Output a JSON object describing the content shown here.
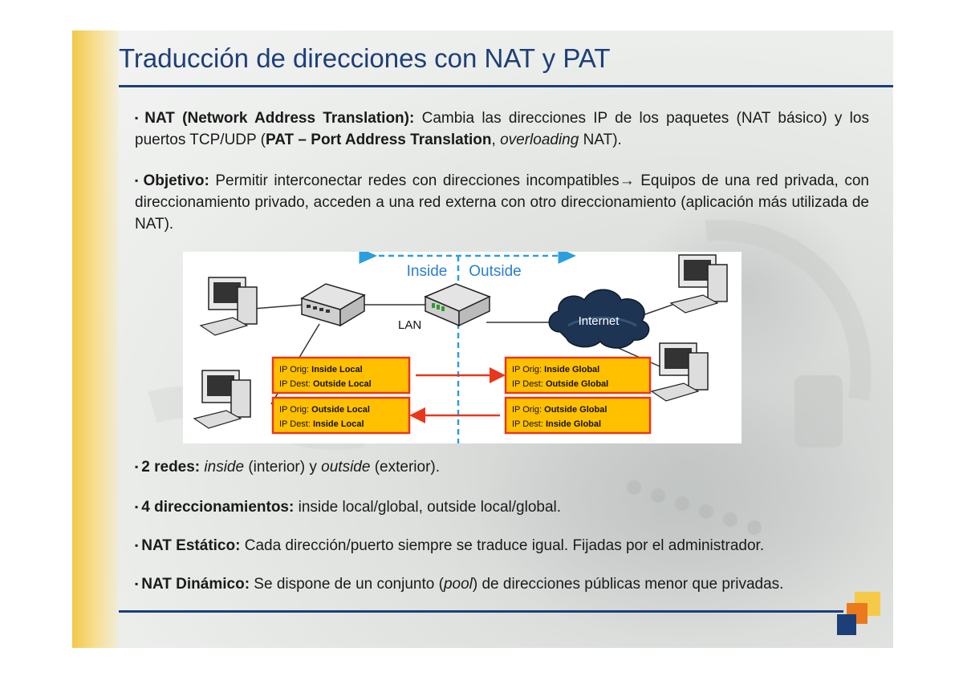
{
  "title": "Traducción de direcciones con NAT y PAT",
  "p1": {
    "a": "NAT (Network Address Translation):",
    "b": " Cambia las direcciones IP de los paquetes (NAT básico) y los puertos TCP/UDP (",
    "c": "PAT – Port Address Translation",
    "d": ", ",
    "e": "overloading",
    "f": " NAT)."
  },
  "p2": {
    "a": "Objetivo:",
    "b": " Permitir interconectar redes con direcciones incompatibles",
    "arrow": "→",
    "c": " Equipos de una red privada, con direccionamiento privado, acceden a una red externa con otro direccionamiento (aplicación más utilizada de NAT)."
  },
  "diagram": {
    "inside": "Inside",
    "outside": "Outside",
    "lan": "LAN",
    "internet": "Internet",
    "boxes": [
      {
        "l1": "IP Orig: ",
        "v1": "Inside Local",
        "l2": "IP Dest: ",
        "v2": "Outside Local"
      },
      {
        "l1": "IP Orig: ",
        "v1": "Outside Local",
        "l2": "IP Dest: ",
        "v2": "Inside Local"
      },
      {
        "l1": "IP Orig: ",
        "v1": "Inside Global",
        "l2": "IP Dest: ",
        "v2": "Outside Global"
      },
      {
        "l1": "IP Orig: ",
        "v1": "Outside Global",
        "l2": "IP Dest: ",
        "v2": "Inside Global"
      }
    ]
  },
  "b3": {
    "a": "2 redes:",
    "b": " ",
    "c": "inside",
    "d": " (interior) y ",
    "e": "outside",
    "f": " (exterior)."
  },
  "b4": {
    "a": "4 direccionamientos:",
    "b": " inside local/global, outside local/global."
  },
  "b5": {
    "a": "NAT Estático:",
    "b": " Cada dirección/puerto siempre se traduce igual. Fijadas por el administrador."
  },
  "b6": {
    "a": "NAT Dinámico:",
    "b": " Se dispone de un conjunto (",
    "c": "pool",
    "d": ") de direcciones públicas menor que privadas."
  },
  "colors": {
    "title": "#1d3f78",
    "accent_gold": "#f2c84b",
    "box_fill": "#ffc000",
    "box_border": "#e8371d",
    "arrow_red": "#e8371d",
    "dash_blue": "#2a9fe0"
  },
  "icons": [
    "computer-icon",
    "switch-icon",
    "router-icon",
    "cloud-icon",
    "corner-logo-icon"
  ]
}
